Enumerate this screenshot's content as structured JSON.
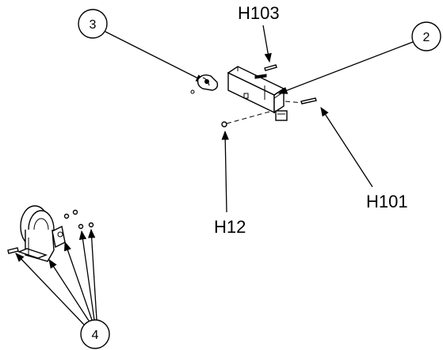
{
  "labels": {
    "h103": "H103",
    "h101": "H101",
    "h12": "H12"
  },
  "callouts": {
    "c2": "2",
    "c3": "3",
    "c4": "4"
  }
}
